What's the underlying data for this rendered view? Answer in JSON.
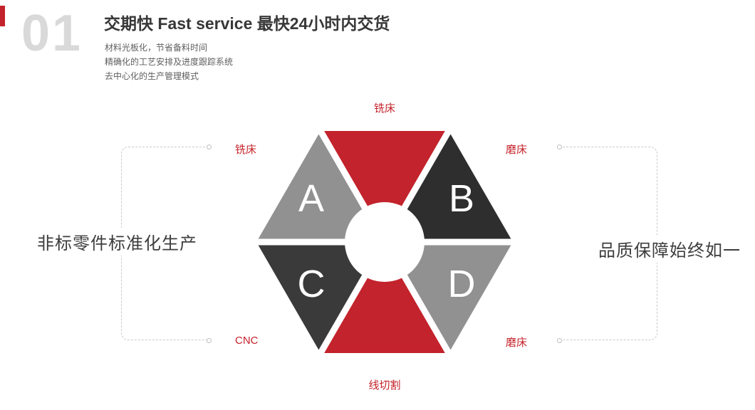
{
  "palette": {
    "red": "#c3232c",
    "dark": "#2e2e2e",
    "darker": "#3a3a3a",
    "gray": "#919191",
    "index_gray": "#d9d9d9",
    "connector_gray": "#c9c9c9",
    "white": "#ffffff"
  },
  "header": {
    "index": "01",
    "title": "交期快  Fast service 最快24小时内交货",
    "bullets": [
      "材料光板化，节省备料时间",
      "精确化的工艺安排及进度跟踪系统",
      "去中心化的生产管理模式"
    ]
  },
  "diagram": {
    "segments": {
      "top": {
        "label": "铣床"
      },
      "upper_left": {
        "label": "铣床",
        "letter": "A"
      },
      "upper_right": {
        "label": "磨床",
        "letter": "B"
      },
      "lower_left": {
        "label": "CNC",
        "letter": "C"
      },
      "lower_right": {
        "label": "磨床",
        "letter": "D"
      },
      "bottom": {
        "label": "线切割"
      }
    },
    "callouts": {
      "left": "非标零件标准化生产",
      "right": "品质保障始终如一"
    }
  }
}
